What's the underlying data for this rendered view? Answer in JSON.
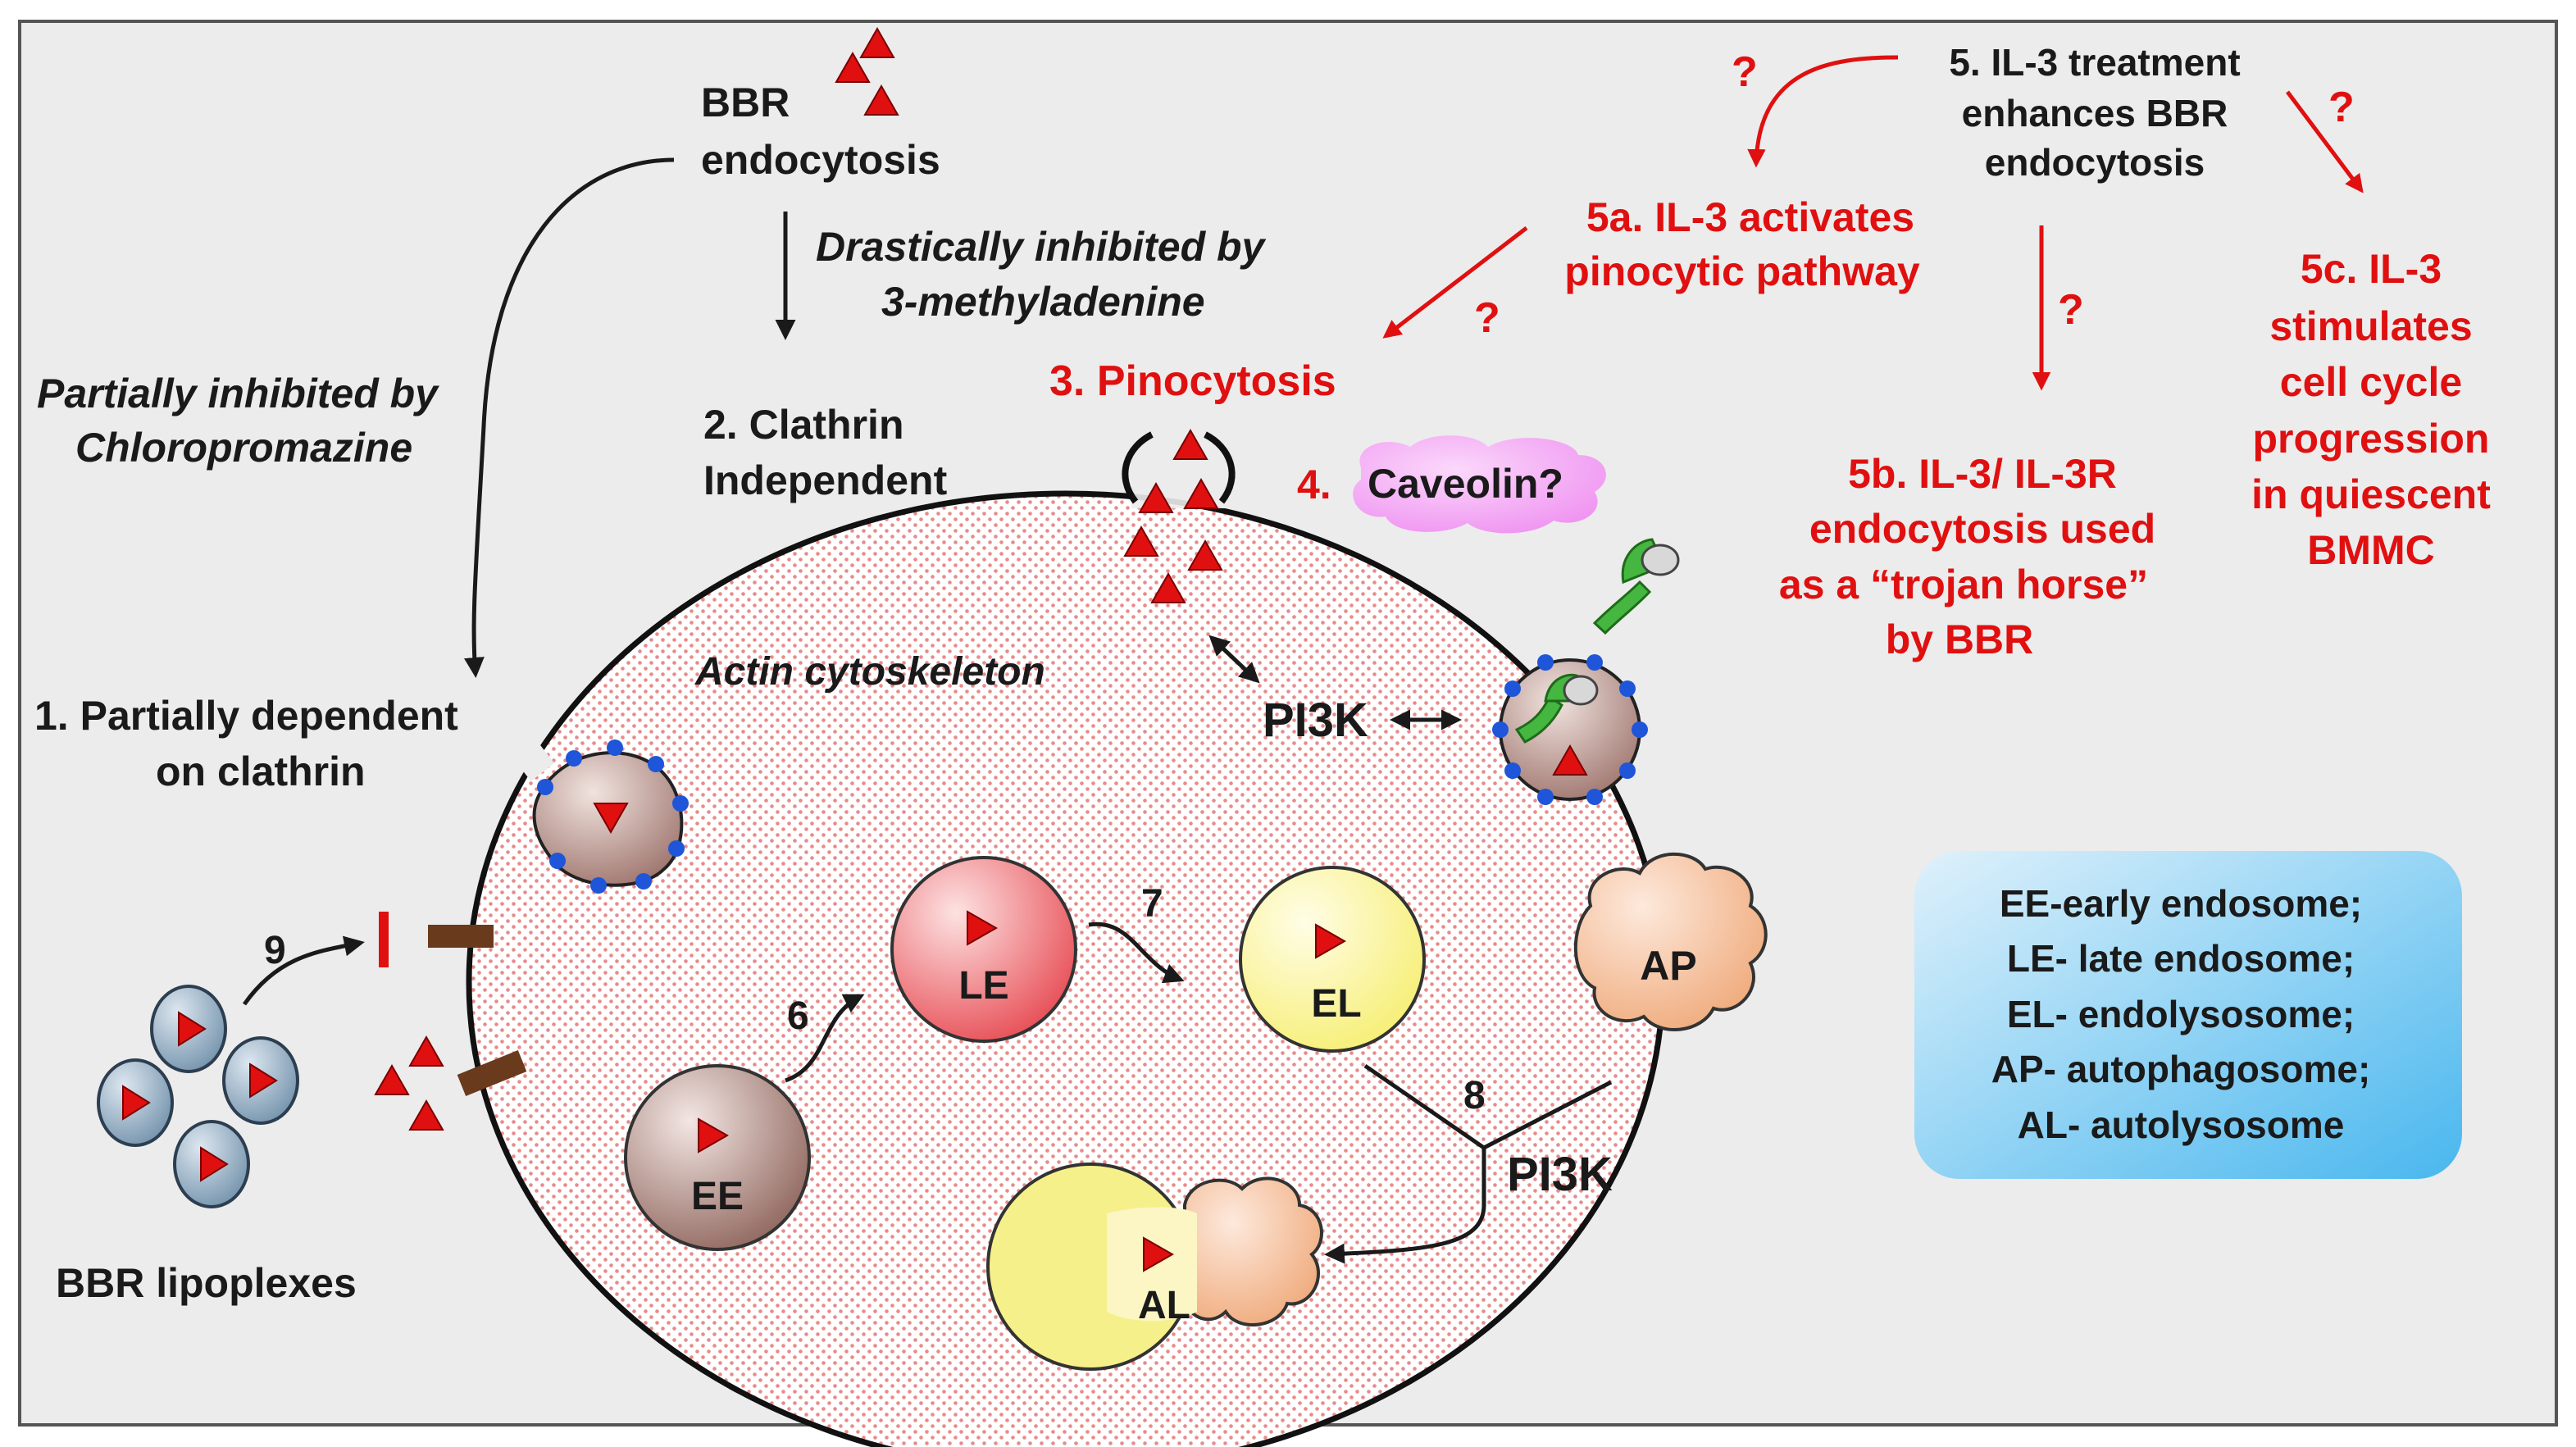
{
  "colors": {
    "text": "#1a1a1a",
    "red_text": "#e01010",
    "cell_pattern": "#e98a8a",
    "panel_bg": "#ececec",
    "legend_bg_from": "#dff1fb",
    "legend_bg_to": "#49b7ee",
    "caveolin_fill": "#ee8cf0",
    "ee_fill": "#8c6259",
    "le_fill": "#e6474f",
    "el_fill": "#f6ee70",
    "ap_fill": "#efa878",
    "lipoplex_fill": "#6f8fa9",
    "receptor_green": "#45b640",
    "coat_blue": "#1f55d8",
    "plug_brown": "#6a3a1c"
  },
  "labels": {
    "bbr": "BBR",
    "endocytosis": "endocytosis",
    "inhibited_3ma_l1": "Drastically inhibited by",
    "inhibited_3ma_l2": "3-methyladenine",
    "inhibited_cpz_l1": "Partially inhibited by",
    "inhibited_cpz_l2": "Chloropromazine",
    "clathrin_ind_l1": "2. Clathrin",
    "clathrin_ind_l2": "Independent",
    "pinocytosis": "3. Pinocytosis",
    "caveolin_num": "4.",
    "caveolin": "Caveolin?",
    "actin": "Actin cytoskeleton",
    "pi3k_top": "PI3K",
    "pi3k_bottom": "PI3K",
    "clathrin_dep_l1": "1. Partially dependent",
    "clathrin_dep_l2": "on clathrin",
    "lipoplexes": "BBR lipoplexes",
    "step5_l1": "5. IL-3 treatment",
    "step5_l2": "enhances BBR",
    "step5_l3": "endocytosis",
    "step5a_l1": "5a. IL-3 activates",
    "step5a_l2": "pinocytic pathway",
    "step5b_l1": "5b. IL-3/ IL-3R",
    "step5b_l2": "endocytosis used",
    "step5b_l3": "as a “trojan horse”",
    "step5b_l4": "by BBR",
    "step5c_l1": "5c. IL-3",
    "step5c_l2": "stimulates",
    "step5c_l3": "cell cycle",
    "step5c_l4": "progression",
    "step5c_l5": "in quiescent",
    "step5c_l6": "BMMC",
    "q": "?",
    "num6": "6",
    "num7": "7",
    "num8": "8",
    "num9": "9",
    "ee": "EE",
    "le": "LE",
    "el": "EL",
    "ap": "AP",
    "al": "AL"
  },
  "legend": {
    "items": [
      "EE-early endosome;",
      "LE- late endosome;",
      "EL- endolysosome;",
      "AP- autophagosome;",
      "AL- autolysosome"
    ]
  }
}
